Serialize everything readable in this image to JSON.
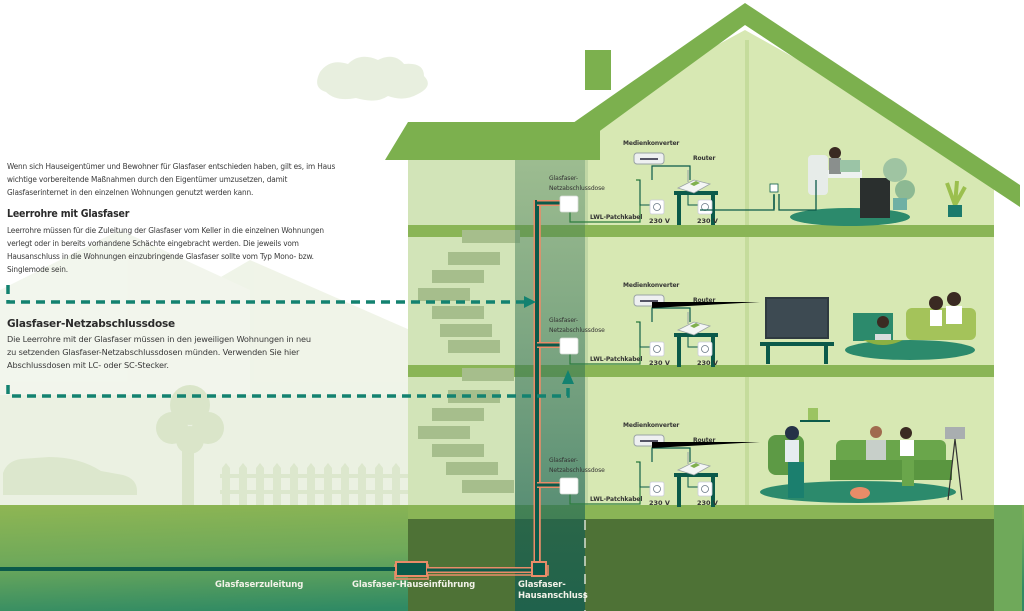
{
  "intro": {
    "text": "Wenn sich Hauseigentümer und Bewohner für Glasfaser entschieden haben, gilt es, im Haus wichtige vorbereitende Maßnahmen durch den Eigentümer umzusetzen, damit Glasfaserinternet in den einzelnen Wohnungen genutzt werden kann."
  },
  "sections": [
    {
      "title": "Leerrohre mit Glasfaser",
      "body": "Leerrohre müssen für die Zuleitung der Glasfaser vom Keller in die einzelnen Wohnungen verlegt oder in bereits vorhandene Schächte eingebracht werden. Die jeweils vom Hausanschluss in die Wohnungen einzubringende Glasfaser sollte vom Typ Mono- bzw. Singlemode sein."
    },
    {
      "title": "Glasfaser-Netzabschlussdose",
      "body": "Die Leerrohre mit der Glasfaser müssen in den jeweiligen Wohnungen in neu zu setzenden Glasfaser-Netzabschlussdosen münden. Verwenden Sie hier Abschlussdosen mit LC- oder SC-Stecker."
    }
  ],
  "floors": [
    {
      "netz_label_1": "Glasfaser-",
      "netz_label_2": "Netzabschlussdose",
      "mc_label": "Medienkonverter",
      "router_label": "Router",
      "patch_label": "LWL-Patchkabel",
      "volt_1": "230 V",
      "volt_2": "230 V"
    },
    {
      "netz_label_1": "Glasfaser-",
      "netz_label_2": "Netzabschlussdose",
      "mc_label": "Medienkonverter",
      "router_label": "Router",
      "patch_label": "LWL-Patchkabel",
      "volt_1": "230 V",
      "volt_2": "230 V"
    },
    {
      "netz_label_1": "Glasfaser-",
      "netz_label_2": "Netzabschlussdose",
      "mc_label": "Medienkonverter",
      "router_label": "Router",
      "patch_label": "LWL-Patchkabel",
      "volt_1": "230 V",
      "volt_2": "230 V"
    }
  ],
  "ground": {
    "zuleitung": "Glasfaserzuleitung",
    "einfuehrung": "Glasfaser-Hauseinführung",
    "hausanschluss_1": "Glasfaser-",
    "hausanschluss_2": "Hausanschluss"
  },
  "colors": {
    "roof": "#7cb04e",
    "wall_light": "#d5e6b0",
    "wall_dim": "#c4d8a8",
    "floor_band": "#8ab556",
    "basement": "#4e7236",
    "fiber_dark": "#0b5a4a",
    "fiber_orange": "#e98c68",
    "dash_arrow": "#138270",
    "ground_grad_top": "#8ab54f",
    "ground_grad_bottom": "#3b8f5d"
  }
}
